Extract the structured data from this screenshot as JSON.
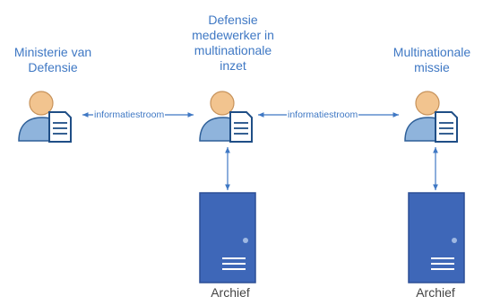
{
  "nodes": {
    "ministry": {
      "label": "Ministerie van\nDefensie",
      "icon": "person-document-icon"
    },
    "employee": {
      "label": "Defensie\nmedewerker in\nmultinationale\ninzet",
      "icon": "person-document-icon"
    },
    "mission": {
      "label": "Multinationale\nmissie",
      "icon": "person-document-icon"
    }
  },
  "flows": [
    {
      "from": "ministry",
      "to": "employee",
      "label": "informatiestroom"
    },
    {
      "from": "employee",
      "to": "mission",
      "label": "informatiestroom"
    }
  ],
  "archives": [
    {
      "attached_to": "employee",
      "label": "Archief",
      "icon": "server-icon"
    },
    {
      "attached_to": "mission",
      "label": "Archief",
      "icon": "server-icon"
    }
  ],
  "colors": {
    "accent": "#3f78c4",
    "person_body": "#8fb4dc",
    "person_head": "#f2c48f",
    "document": "#ffffff",
    "server": "#3e67b8",
    "archive_text": "#444444"
  }
}
